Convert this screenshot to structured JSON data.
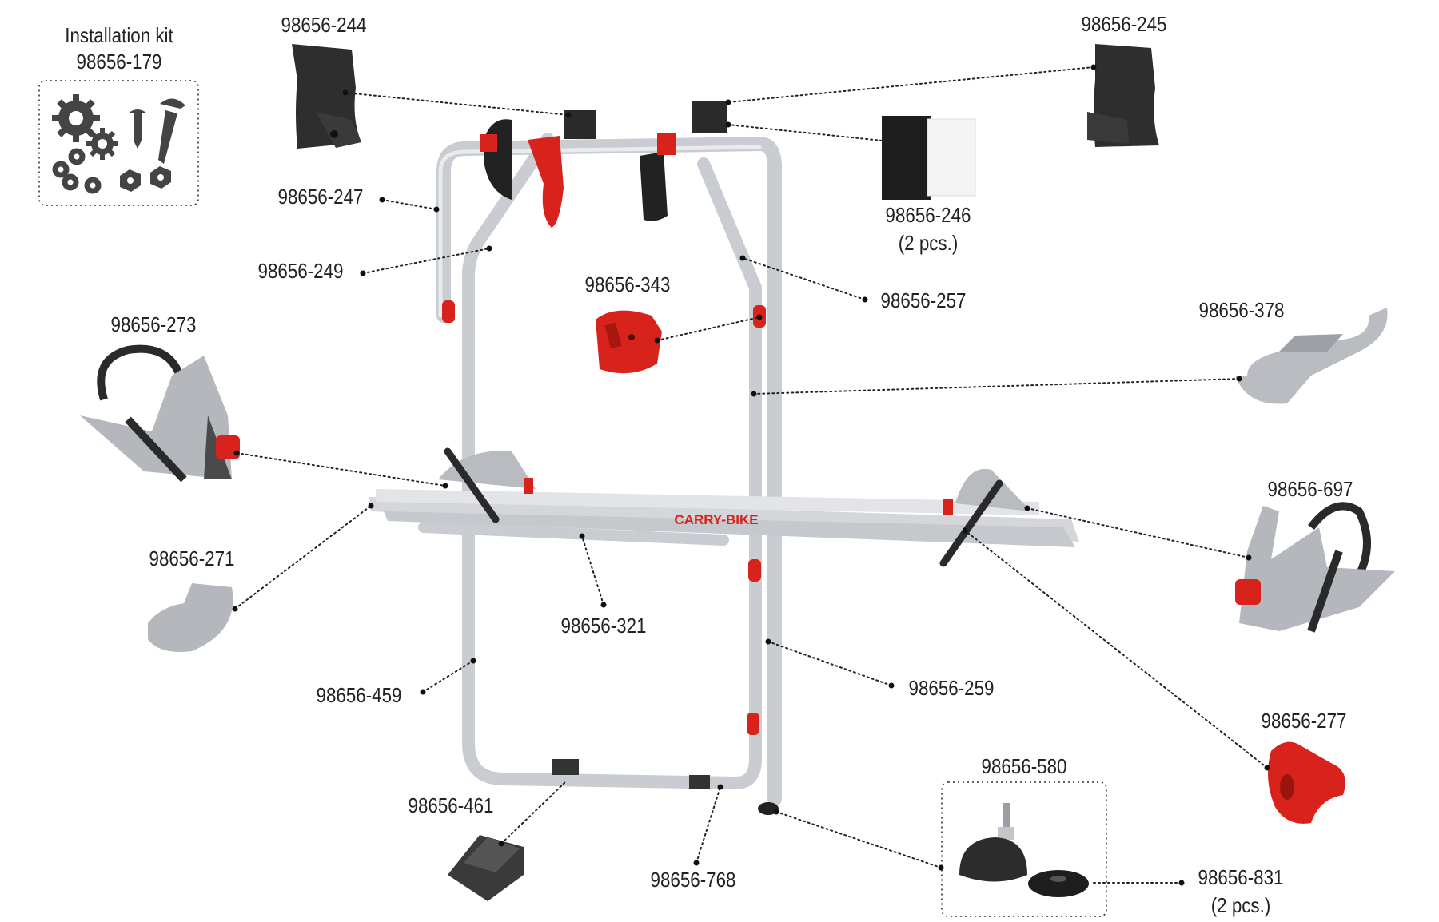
{
  "title": "Carry-Bike spare parts diagram",
  "kit": {
    "title": "Installation kit",
    "code": "98656-179"
  },
  "brand_label": "CARRY-BIKE",
  "parts": {
    "p244": "98656-244",
    "p245": "98656-245",
    "p247": "98656-247",
    "p249": "98656-249",
    "p246": "98656-246",
    "p246_qty": "(2 pcs.)",
    "p343": "98656-343",
    "p257": "98656-257",
    "p378": "98656-378",
    "p273": "98656-273",
    "p697": "98656-697",
    "p271": "98656-271",
    "p321": "98656-321",
    "p459": "98656-459",
    "p259": "98656-259",
    "p277": "98656-277",
    "p580": "98656-580",
    "p461": "98656-461",
    "p768": "98656-768",
    "p831": "98656-831",
    "p831_qty": "(2 pcs.)"
  },
  "colors": {
    "tube": "#c9ccd0",
    "red": "#d8231c",
    "black": "#2a2a2a",
    "grey_part": "#a9adb3"
  }
}
